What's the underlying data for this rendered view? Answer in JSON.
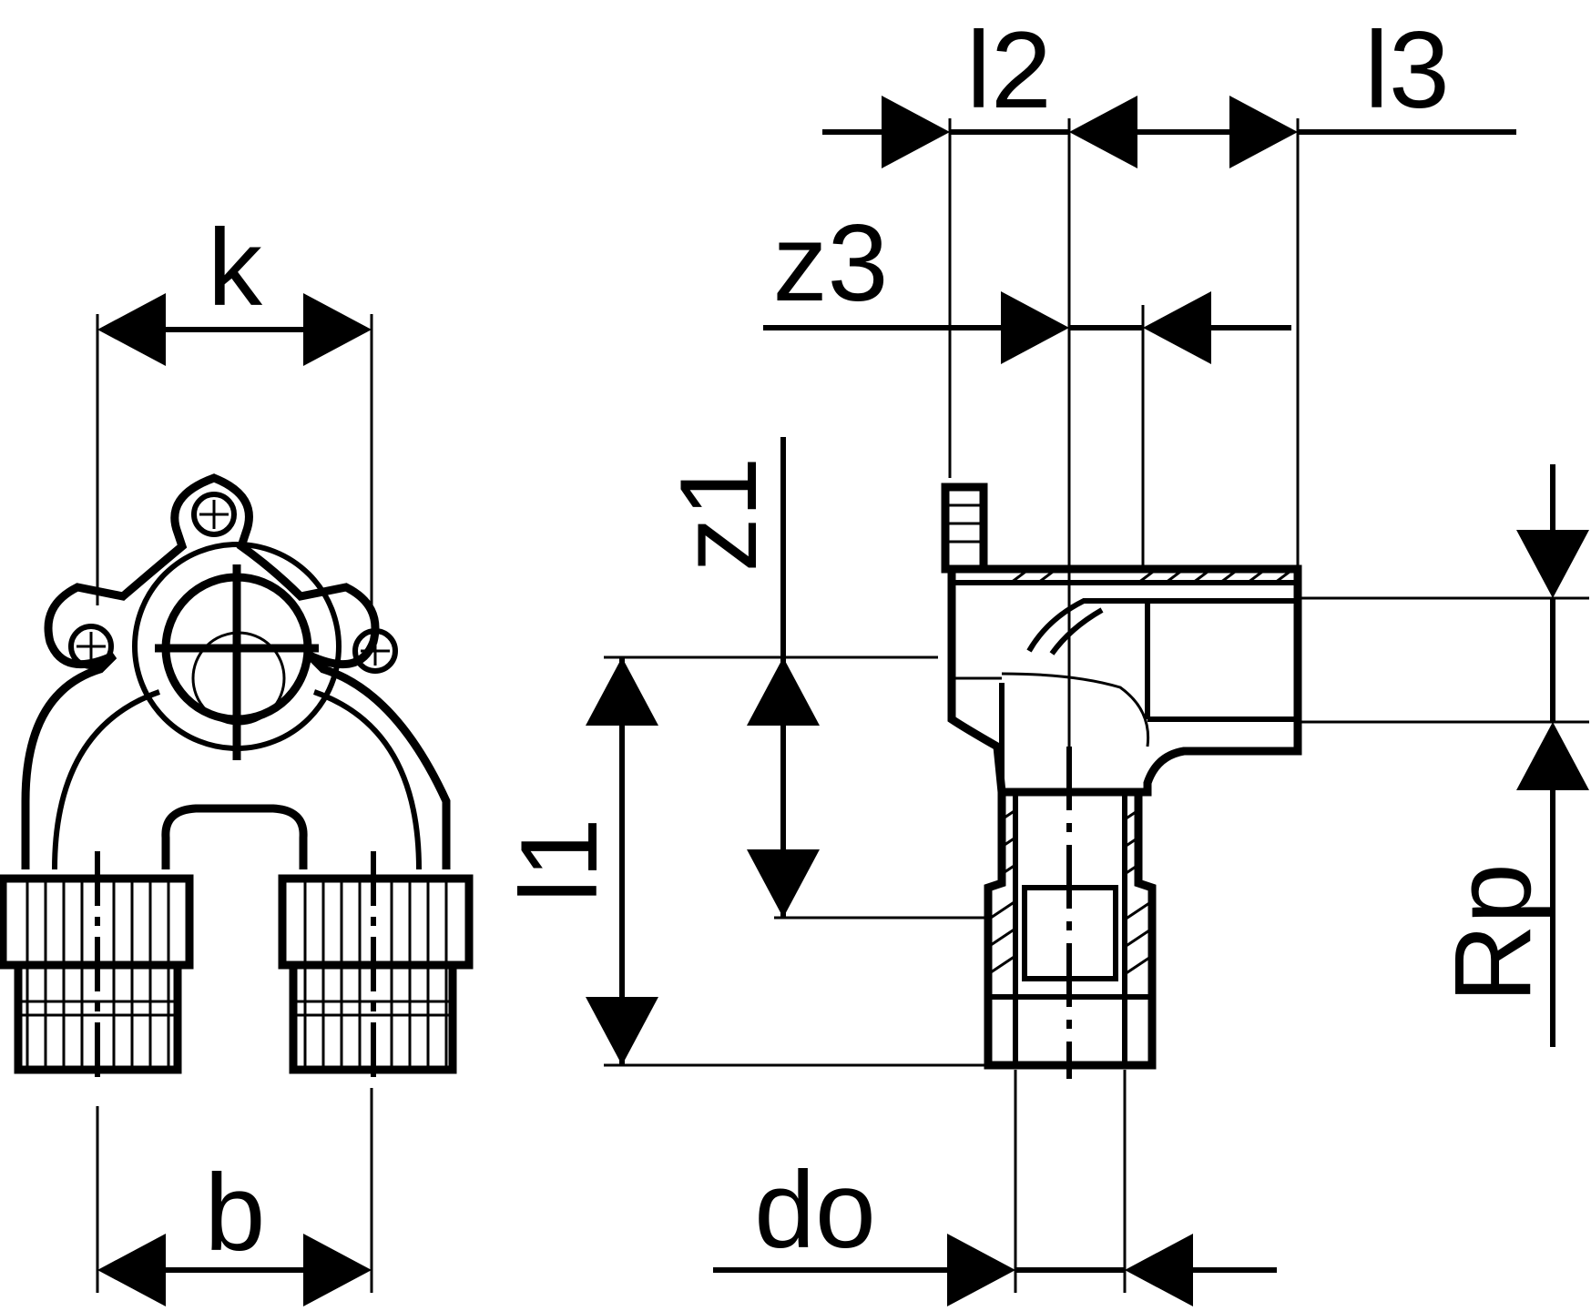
{
  "labels": {
    "k": "k",
    "b": "b",
    "l2": "l2",
    "l3": "l3",
    "z3": "z3",
    "z1": "z1",
    "l1": "l1",
    "rp": "Rp",
    "do": "do"
  }
}
